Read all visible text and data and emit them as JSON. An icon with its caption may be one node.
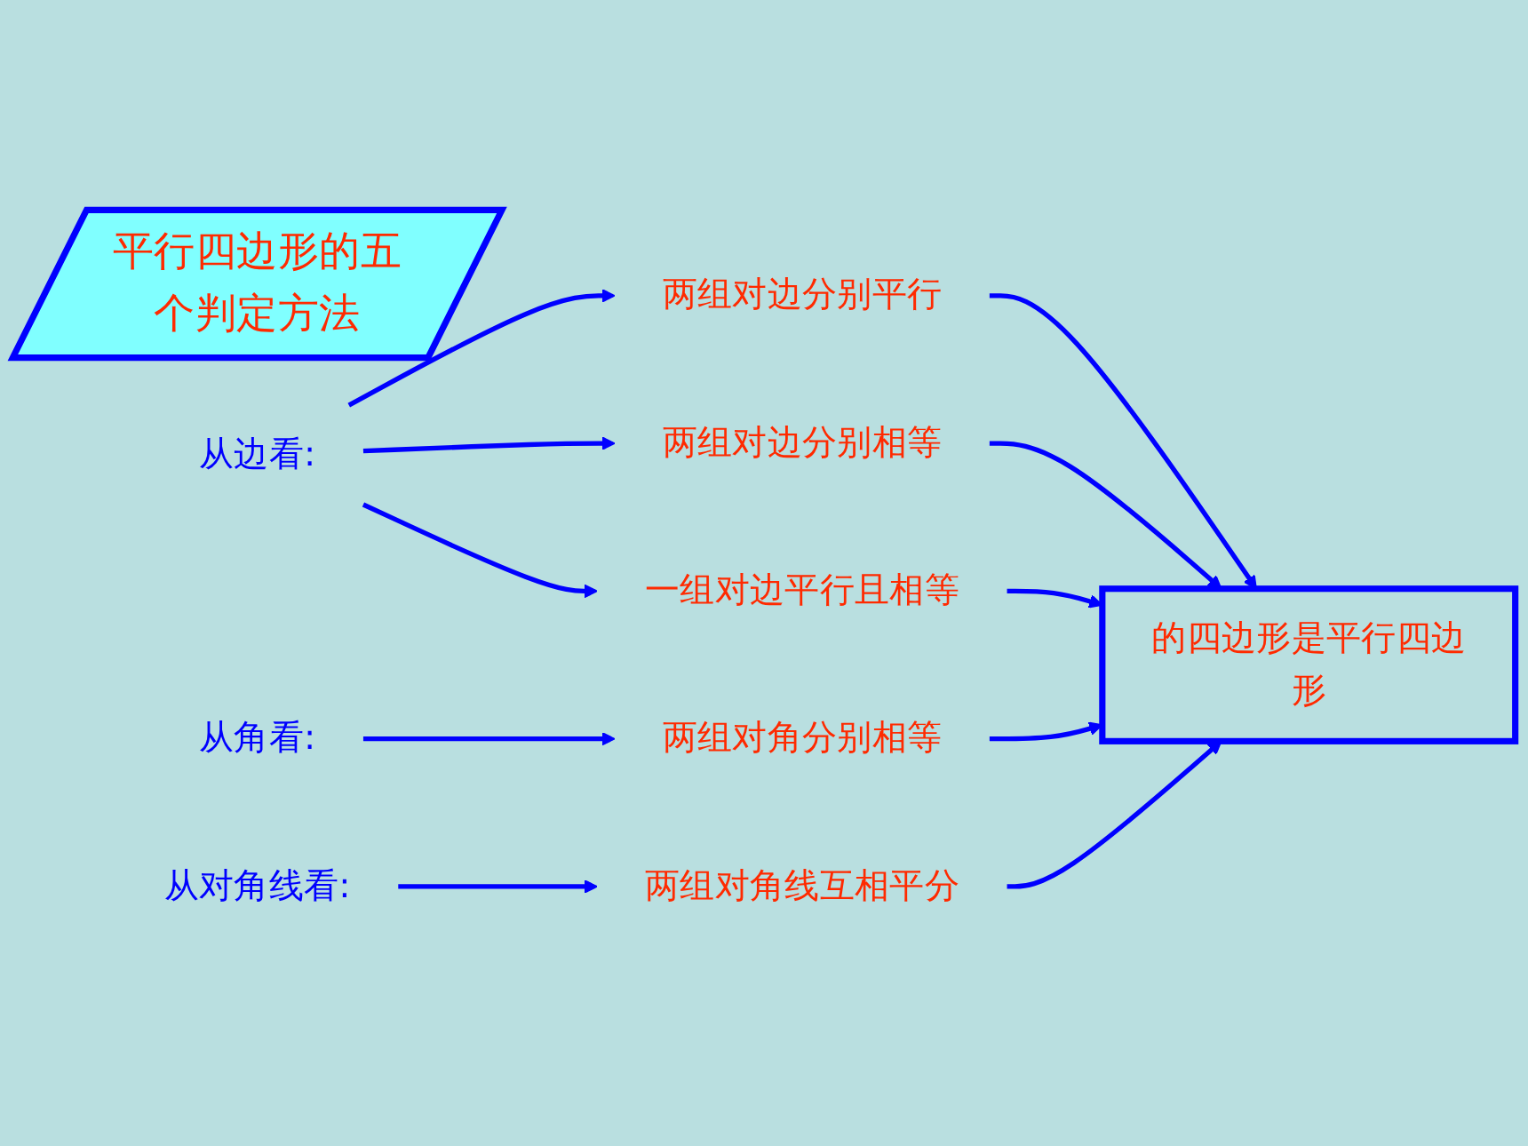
{
  "diagram": {
    "nodes": [
      {
        "text": [
          "平行四边形的五个判定方法"
        ]
      },
      {
        "text": [
          "从边看:"
        ]
      },
      {
        "text": [
          "两组对边分别平行"
        ]
      },
      {
        "text": [
          "两组对边分别相等"
        ]
      },
      {
        "text": [
          "一组对边平行且相等"
        ]
      },
      {
        "text": [
          "从角看:"
        ]
      },
      {
        "text": [
          "两组对角分别相等"
        ]
      },
      {
        "text": [
          "从对角线看:"
        ]
      },
      {
        "text": [
          "两组对角线互相平分"
        ]
      },
      {
        "text": [
          "的四边形是平行四边形"
        ]
      }
    ],
    "edges": [
      {
        "from": 1,
        "to": 2,
        "arrow": "to"
      },
      {
        "from": 1,
        "to": 3,
        "arrow": "to"
      },
      {
        "from": 1,
        "to": 4,
        "arrow": "to"
      },
      {
        "from": 2,
        "to": 9,
        "arrow": "to"
      },
      {
        "from": 3,
        "to": 9,
        "arrow": "to"
      },
      {
        "from": 4,
        "to": 9,
        "arrow": "to"
      },
      {
        "from": 5,
        "to": 6,
        "arrow": "to"
      },
      {
        "from": 6,
        "to": 9,
        "arrow": "to"
      },
      {
        "from": 7,
        "to": 8,
        "arrow": "to"
      },
      {
        "from": 8,
        "to": 9,
        "arrow": "to"
      }
    ]
  }
}
